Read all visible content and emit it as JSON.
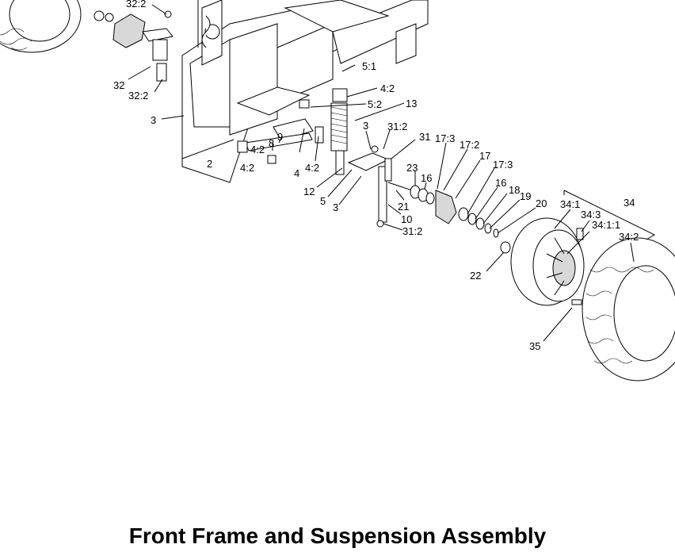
{
  "caption": "Front Frame and Suspension Assembly",
  "callouts": [
    {
      "id": "c-32-2-top",
      "text": "32:2"
    },
    {
      "id": "c-32",
      "text": "32"
    },
    {
      "id": "c-32-2",
      "text": "32:2"
    },
    {
      "id": "c-3-left",
      "text": "3"
    },
    {
      "id": "c-2",
      "text": "2"
    },
    {
      "id": "c-5-1",
      "text": "5:1"
    },
    {
      "id": "c-4-2-top",
      "text": "4:2"
    },
    {
      "id": "c-5-2",
      "text": "5:2"
    },
    {
      "id": "c-13",
      "text": "13"
    },
    {
      "id": "c-9",
      "text": "9"
    },
    {
      "id": "c-8",
      "text": "8"
    },
    {
      "id": "c-4-2-mid",
      "text": "4:2"
    },
    {
      "id": "c-4-2-low",
      "text": "4:2"
    },
    {
      "id": "c-4",
      "text": "4"
    },
    {
      "id": "c-4-2-right",
      "text": "4:2"
    },
    {
      "id": "c-3-mid",
      "text": "3"
    },
    {
      "id": "c-31-2-top",
      "text": "31:2"
    },
    {
      "id": "c-31",
      "text": "31"
    },
    {
      "id": "c-17-3-top",
      "text": "17:3"
    },
    {
      "id": "c-17-2",
      "text": "17:2"
    },
    {
      "id": "c-17",
      "text": "17"
    },
    {
      "id": "c-17-3",
      "text": "17:3"
    },
    {
      "id": "c-23",
      "text": "23"
    },
    {
      "id": "c-16-top",
      "text": "16"
    },
    {
      "id": "c-12",
      "text": "12"
    },
    {
      "id": "c-5",
      "text": "5"
    },
    {
      "id": "c-3-low",
      "text": "3"
    },
    {
      "id": "c-21",
      "text": "21"
    },
    {
      "id": "c-10",
      "text": "10"
    },
    {
      "id": "c-31-2-low",
      "text": "31:2"
    },
    {
      "id": "c-16",
      "text": "16"
    },
    {
      "id": "c-18",
      "text": "18"
    },
    {
      "id": "c-19",
      "text": "19"
    },
    {
      "id": "c-20",
      "text": "20"
    },
    {
      "id": "c-34-1",
      "text": "34:1"
    },
    {
      "id": "c-34",
      "text": "34"
    },
    {
      "id": "c-34-3",
      "text": "34:3"
    },
    {
      "id": "c-34-1-1",
      "text": "34:1:1"
    },
    {
      "id": "c-34-2",
      "text": "34:2"
    },
    {
      "id": "c-22",
      "text": "22"
    },
    {
      "id": "c-35",
      "text": "35"
    }
  ]
}
